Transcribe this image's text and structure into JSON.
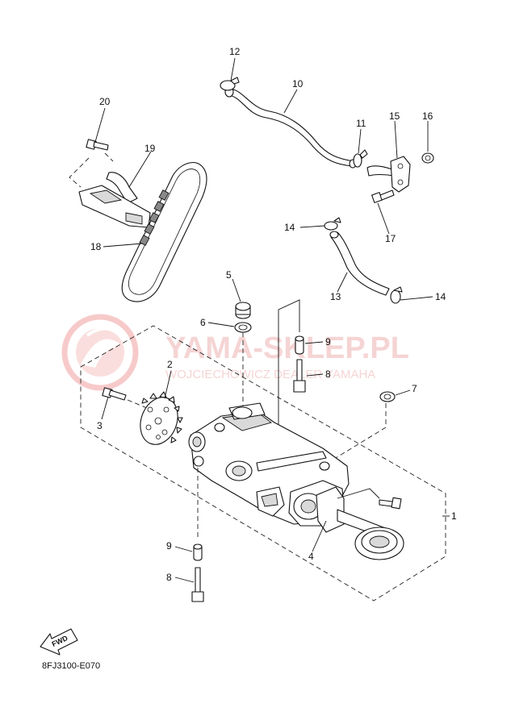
{
  "diagram": {
    "code": "8FJ3100-E070",
    "fwd_label": "FWD",
    "watermark": {
      "title": "YAMA-SKLEP.PL",
      "subtitle": "WOJCIECHOWICZ DEALER YAMAHA"
    },
    "parts": [
      {
        "number": "1"
      },
      {
        "number": "2"
      },
      {
        "number": "3"
      },
      {
        "number": "4"
      },
      {
        "number": "5"
      },
      {
        "number": "6"
      },
      {
        "number": "7"
      },
      {
        "number": "8"
      },
      {
        "number": "8"
      },
      {
        "number": "9"
      },
      {
        "number": "9"
      },
      {
        "number": "10"
      },
      {
        "number": "11"
      },
      {
        "number": "12"
      },
      {
        "number": "13"
      },
      {
        "number": "14"
      },
      {
        "number": "14"
      },
      {
        "number": "15"
      },
      {
        "number": "16"
      },
      {
        "number": "17"
      },
      {
        "number": "18"
      },
      {
        "number": "19"
      },
      {
        "number": "20"
      }
    ]
  }
}
